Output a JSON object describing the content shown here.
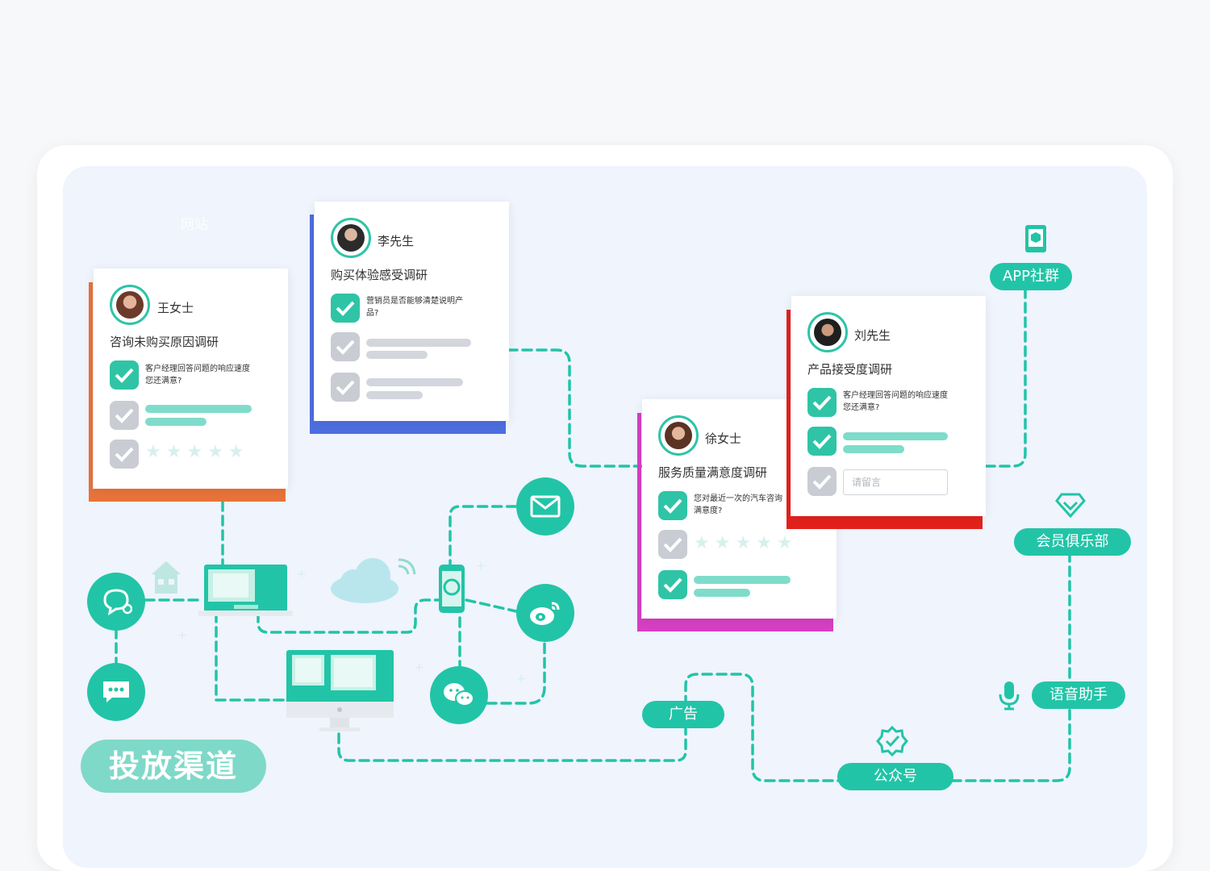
{
  "channel_label": "投放渠道",
  "faint_label": "网站",
  "cards": {
    "wang": {
      "name": "王女士",
      "title": "咨询未购买原因调研",
      "question_line1": "客户经理回答问题的响应速度",
      "question_line2": "您还满意?",
      "accent": "#e8733a"
    },
    "li": {
      "name": "李先生",
      "title": "购买体验感受调研",
      "question_line1": "营销员是否能够清楚说明产",
      "question_line2": "品?",
      "accent": "#4d6ee0"
    },
    "xu": {
      "name": "徐女士",
      "title": "服务质量满意度调研",
      "question_line1": "您对最近一次的汽车咨询",
      "question_line2": "满意度?",
      "accent": "#d63fc3"
    },
    "liu": {
      "name": "刘先生",
      "title": "产品接受度调研",
      "question_line1": "客户经理回答问题的响应速度",
      "question_line2": "您还满意?",
      "input_placeholder": "请留言",
      "accent": "#e3211c"
    }
  },
  "labels": {
    "app": "APP社群",
    "club": "会员俱乐部",
    "voice": "语音助手",
    "ad": "广告",
    "official": "公众号"
  },
  "icons": {
    "chat": "chat-bubble-icon",
    "message": "message-dots-icon",
    "mail": "mail-icon",
    "weibo": "weibo-icon",
    "wechat": "wechat-icon",
    "app": "phone-app-icon",
    "club": "diamond-icon",
    "voice": "microphone-icon",
    "official": "badge-check-icon"
  },
  "colors": {
    "teal": "#22c4a7",
    "background": "#eff4fd"
  }
}
